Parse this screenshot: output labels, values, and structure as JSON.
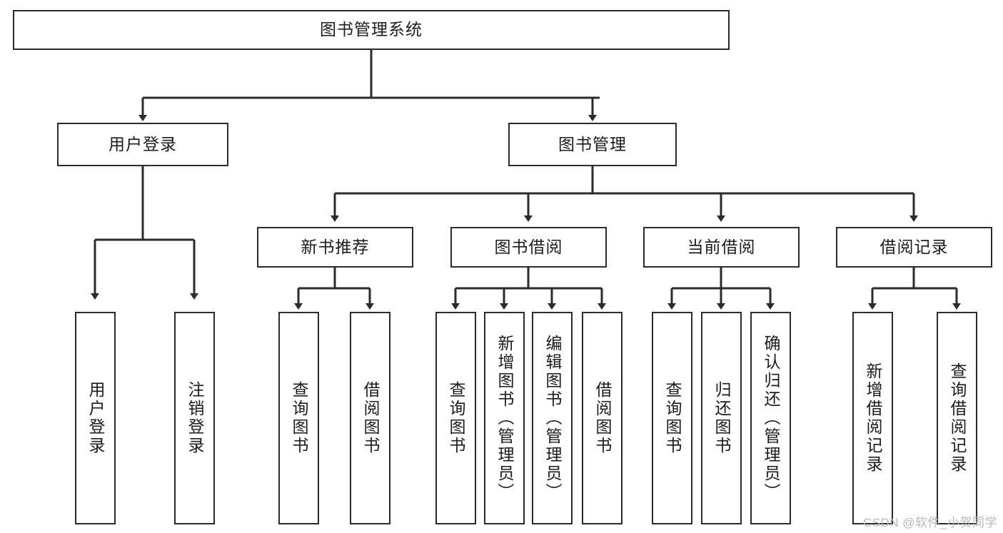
{
  "diagram": {
    "title": "图书管理系统",
    "type": "tree-hierarchy",
    "root": {
      "id": "root",
      "label": "图书管理系统"
    },
    "level1": [
      {
        "id": "user-login",
        "label": "用户登录"
      },
      {
        "id": "book-manage",
        "label": "图书管理"
      }
    ],
    "level2": [
      {
        "id": "new-book-recommend",
        "label": "新书推荐",
        "parent": "book-manage"
      },
      {
        "id": "book-borrow",
        "label": "图书借阅",
        "parent": "book-manage"
      },
      {
        "id": "current-borrow",
        "label": "当前借阅",
        "parent": "book-manage"
      },
      {
        "id": "borrow-record",
        "label": "借阅记录",
        "parent": "book-manage"
      }
    ],
    "leaves": [
      {
        "id": "leaf-user-login",
        "label": "用户登录",
        "parent": "user-login"
      },
      {
        "id": "leaf-logout",
        "label": "注销登录",
        "parent": "user-login"
      },
      {
        "id": "leaf-query-book-1",
        "label": "查询图书",
        "parent": "new-book-recommend"
      },
      {
        "id": "leaf-borrow-book-1",
        "label": "借阅图书",
        "parent": "new-book-recommend"
      },
      {
        "id": "leaf-query-book-2",
        "label": "查询图书",
        "parent": "book-borrow"
      },
      {
        "id": "leaf-add-book",
        "label": "新增图书（管理员）",
        "parent": "book-borrow"
      },
      {
        "id": "leaf-edit-book",
        "label": "编辑图书（管理员）",
        "parent": "book-borrow"
      },
      {
        "id": "leaf-borrow-book-2",
        "label": "借阅图书",
        "parent": "book-borrow"
      },
      {
        "id": "leaf-query-book-3",
        "label": "查询图书",
        "parent": "current-borrow"
      },
      {
        "id": "leaf-return-book",
        "label": "归还图书",
        "parent": "current-borrow"
      },
      {
        "id": "leaf-confirm-return",
        "label": "确认归还（管理员）",
        "parent": "current-borrow"
      },
      {
        "id": "leaf-add-record",
        "label": "新增借阅记录",
        "parent": "borrow-record"
      },
      {
        "id": "leaf-query-record",
        "label": "查询借阅记录",
        "parent": "borrow-record"
      }
    ]
  },
  "watermark": {
    "text": "CSDN @软件_小贺同学"
  },
  "colors": {
    "stroke": "#2b2b2b",
    "background": "#ffffff",
    "text": "#1c1c1c",
    "watermark": "#b9b9b9"
  }
}
